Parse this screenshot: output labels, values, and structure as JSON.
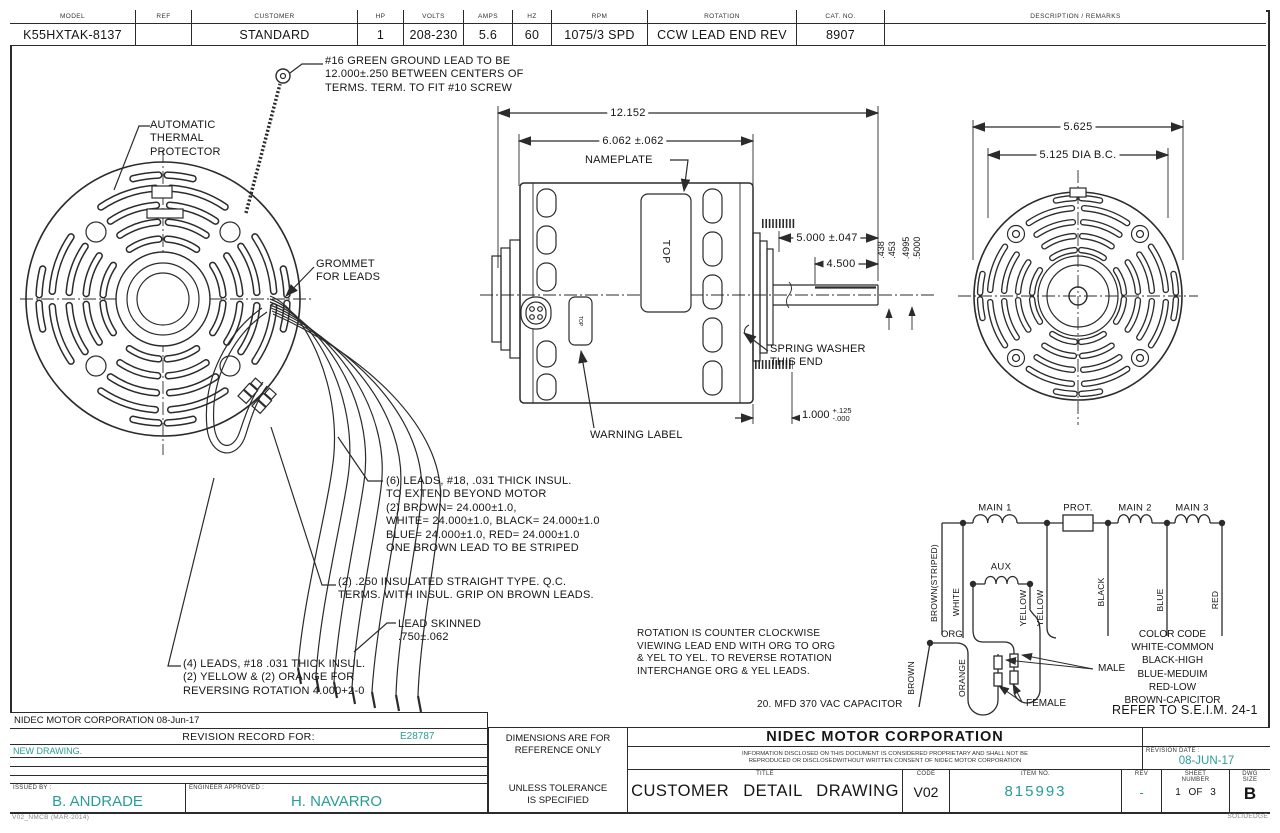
{
  "header": {
    "cells": [
      {
        "label": "MODEL",
        "value": "K55HXTAK-8137"
      },
      {
        "label": "REF",
        "value": ""
      },
      {
        "label": "CUSTOMER",
        "value": "STANDARD"
      },
      {
        "label": "HP",
        "value": "1"
      },
      {
        "label": "VOLTS",
        "value": "208-230"
      },
      {
        "label": "AMPS",
        "value": "5.6"
      },
      {
        "label": "HZ",
        "value": "60"
      },
      {
        "label": "RPM",
        "value": "1075/3 SPD"
      },
      {
        "label": "ROTATION",
        "value": "CCW LEAD END REV"
      },
      {
        "label": "CAT. NO.",
        "value": "8907"
      },
      {
        "label": "DESCRIPTION / REMARKS",
        "value": ""
      }
    ]
  },
  "ann": {
    "ground": [
      "#16 GREEN GROUND LEAD TO BE",
      "12.000±.250 BETWEEN CENTERS OF",
      "TERMS. TERM. TO FIT #10 SCREW"
    ],
    "thermal": [
      "AUTOMATIC",
      "THERMAL",
      "PROTECTOR"
    ],
    "grommet": [
      "GROMMET",
      "FOR LEADS"
    ],
    "nameplate": "NAMEPLATE",
    "warning": "WARNING LABEL",
    "spring": [
      "SPRING WASHER",
      "THIS END"
    ],
    "top": "TOP",
    "leads6": [
      "(6) LEADS, #18, .031 THICK INSUL.",
      "TO EXTEND BEYOND MOTOR",
      "(2) BROWN= 24.000±1.0,",
      "WHITE= 24.000±1.0, BLACK= 24.000±1.0",
      "BLUE= 24.000±1.0, RED= 24.000±1.0",
      "ONE BROWN LEAD TO BE STRIPED"
    ],
    "qc": [
      "(2) .250 INSULATED STRAIGHT TYPE. Q.C.",
      "TERMS. WITH INSUL. GRIP ON BROWN LEADS."
    ],
    "skinned": [
      "LEAD SKINNED",
      ".750±.062"
    ],
    "leads4": [
      "(4) LEADS, #18 .031 THICK INSUL.",
      "(2) YELLOW & (2) ORANGE FOR",
      "REVERSING ROTATION 4.000+2-0"
    ],
    "rotation": [
      "ROTATION IS COUNTER CLOCKWISE",
      "VIEWING LEAD END WITH ORG TO ORG",
      "& YEL TO YEL. TO REVERSE ROTATION",
      "INTERCHANGE ORG & YEL LEADS."
    ],
    "capacitor": "20. MFD 370 VAC CAPACITOR"
  },
  "dims": {
    "overall": "12.152",
    "body": "6.062 ±.062",
    "face": "5.625",
    "bolt_circle": "5.125  DIA B.C.",
    "shaft_ext": "5.000 ±.047",
    "flat_len": "4.500",
    "flat_depth": [
      ".438",
      ".453"
    ],
    "shaft_dia": [
      ".4995",
      ".5000"
    ],
    "stud": "1.000",
    "stud_tol_plus": "+.125",
    "stud_tol_minus": "-.000"
  },
  "schematic": {
    "main1": "MAIN 1",
    "prot": "PROT.",
    "main2": "MAIN 2",
    "main3": "MAIN 3",
    "aux": "AUX",
    "w_brown_striped": "BROWN(STRIPED)",
    "w_white": "WHITE",
    "w_yellow1": "YELLOW",
    "w_yellow2": "YELLOW",
    "w_black": "BLACK",
    "w_blue": "BLUE",
    "w_red": "RED",
    "w_org": "ORG",
    "w_orange": "ORANGE",
    "w_brown": "BROWN",
    "male": "MALE",
    "female": "FEMALE",
    "color_code": [
      "COLOR CODE",
      "WHITE-COMMON",
      "BLACK-HIGH",
      "BLUE-MEDUIM",
      "RED-LOW",
      "BROWN-CAPICITOR"
    ],
    "refer": "REFER TO S.E.I.M. 24-1"
  },
  "revision_block": {
    "corp_line": "NIDEC MOTOR CORPORATION 08-Jun-17",
    "record_label": "REVISION RECORD FOR:",
    "record_no": "E28787",
    "entry": "NEW DRAWING.",
    "issued_label": "ISSUED BY :",
    "issued": "B. ANDRADE",
    "approved_label": "ENGINEER APPROVED :",
    "approved": "H. NAVARRO"
  },
  "notes_block": {
    "dims_ref": [
      "DIMENSIONS ARE FOR",
      "REFERENCE ONLY"
    ],
    "tolerance": [
      "UNLESS TOLERANCE",
      "IS SPECIFIED"
    ]
  },
  "title_block": {
    "company": "NIDEC MOTOR CORPORATION",
    "legal1": "INFORMATION DISCLOSED ON THIS DOCUMENT IS CONSIDERED PROPRIETARY AND SHALL NOT BE",
    "legal2": "REPRODUCED OR DISCLOSEDWITHOUT WRITTEN CONSENT OF NIDEC MOTOR CORPORATION",
    "rev_date_label": "REVISION DATE :",
    "rev_date": "08-JUN-17",
    "title_label": "TITLE",
    "title": "CUSTOMER DETAIL DRAWING",
    "code_label": "CODE",
    "code": "V02",
    "item_label": "ITEM NO.",
    "item": "815993",
    "rev_label": "REV",
    "rev": "-",
    "sheet_label1": "SHEET",
    "sheet_label2": "NUMBER",
    "sheet": "1 OF 3",
    "size_label1": "DWG",
    "size_label2": "SIZE",
    "size": "B"
  },
  "footer": {
    "form": "V02_NMCB (MAR-2014)",
    "cad": "SOLIDEDGE"
  },
  "colors": {
    "teal": "#2a9c96",
    "line": "#2b2b2b"
  }
}
